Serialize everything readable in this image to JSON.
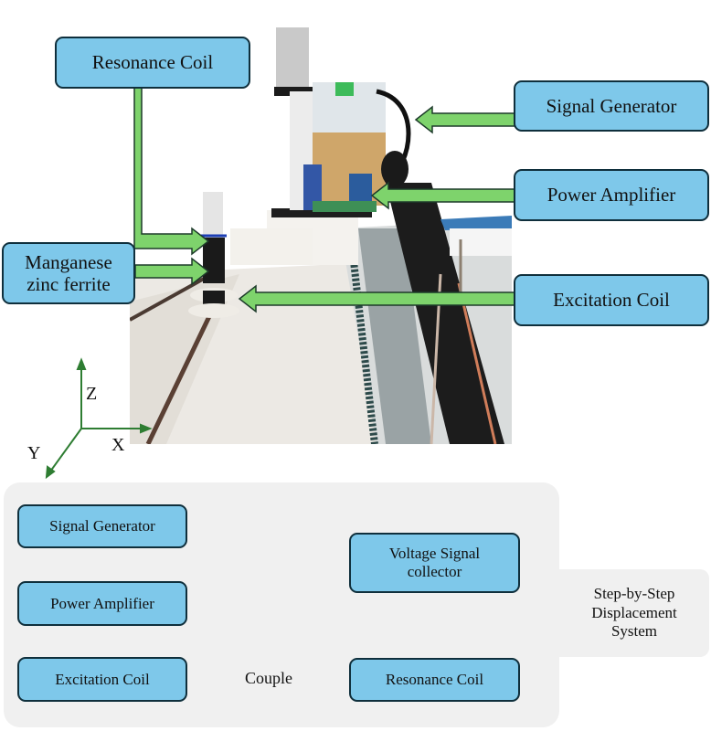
{
  "photo": {
    "description": "Experimental test bench with coil probe mounted on XYZ step-by-step displacement system"
  },
  "callouts": {
    "resonance_coil": "Resonance Coil",
    "manganese_zinc_ferrite_line1": "Manganese",
    "manganese_zinc_ferrite_line2": "zinc ferrite",
    "signal_generator": "Signal Generator",
    "power_amplifier": "Power Amplifier",
    "excitation_coil": "Excitation Coil"
  },
  "axes": {
    "x": "X",
    "y": "Y",
    "z": "Z"
  },
  "flow": {
    "signal_generator": "Signal Generator",
    "power_amplifier": "Power Amplifier",
    "excitation_coil": "Excitation Coil",
    "couple": "Couple",
    "resonance_coil": "Resonance Coil",
    "voltage_collector_line1": "Voltage Signal",
    "voltage_collector_line2": "collector"
  },
  "side_label": {
    "line1": "Step-by-Step",
    "line2": "Displacement",
    "line3": "System"
  },
  "colors": {
    "box_fill": "#7ec8ea",
    "box_border": "#0f2f3c",
    "callout_arrow": "#7ed36c",
    "flow_arrow": "#e49ad8",
    "axis": "#2e7d32",
    "panel": "#f0f0f0"
  }
}
